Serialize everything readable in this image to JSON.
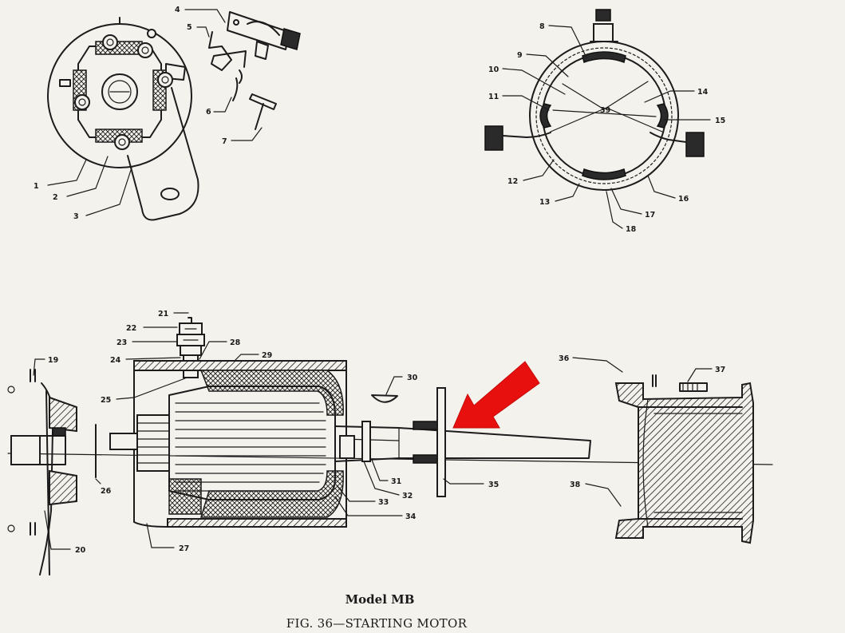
{
  "figure": {
    "caption_model": "Model MB",
    "caption_title": "FIG. 36—STARTING MOTOR"
  },
  "callouts": [
    "1",
    "2",
    "3",
    "4",
    "5",
    "6",
    "7",
    "8",
    "9",
    "10",
    "11",
    "12",
    "13",
    "14",
    "15",
    "16",
    "17",
    "18",
    "19",
    "20",
    "21",
    "22",
    "23",
    "24",
    "25",
    "26",
    "27",
    "28",
    "29",
    "30",
    "31",
    "32",
    "33",
    "34",
    "35",
    "36",
    "37",
    "38",
    "39"
  ],
  "colors": {
    "ink": "#1c1c1c",
    "paper": "#f4f2ec",
    "arrow": "#e8100e"
  }
}
